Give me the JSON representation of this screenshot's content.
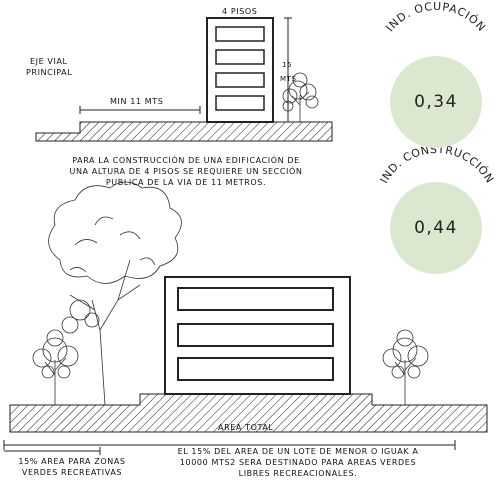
{
  "top": {
    "floors_label": "4 PISOS",
    "road_label_line1": "EJE VIAL",
    "road_label_line2": "PRINCIPAL",
    "distance_label": "MIN 11 MTS",
    "height_label": "MTS",
    "height_number": "15",
    "caption": [
      "PARA LA CONSTRUCCIÓN DE UNA EDIFICACIÓN DE",
      "UNA ALTURA DE 4 PISOS SE REQUIERE UN SECCIÓN",
      "PUBLICA DE LA VIA DE 11 METROS."
    ]
  },
  "indices": [
    {
      "label": "IND. OCUPACIÓN",
      "value": "0,34"
    },
    {
      "label": "IND. CONSTRUCCIÓN",
      "value": "0,44"
    }
  ],
  "bottom": {
    "area_label": "AREA TOTAL",
    "green_area_caption": [
      "15% AREA PARA ZONAS",
      "VERDES RECREATIVAS"
    ],
    "rule_caption": [
      "EL 15% DEL AREA DE UN LOTE  DE MENOR O IGUAK A",
      "10000 MTS2 SERA DESTINADO PARA AREAS VERDES",
      "LIBRES RECREACIONALES."
    ]
  },
  "colors": {
    "circle_fill": "#dbe8cf",
    "line": "#222222"
  }
}
